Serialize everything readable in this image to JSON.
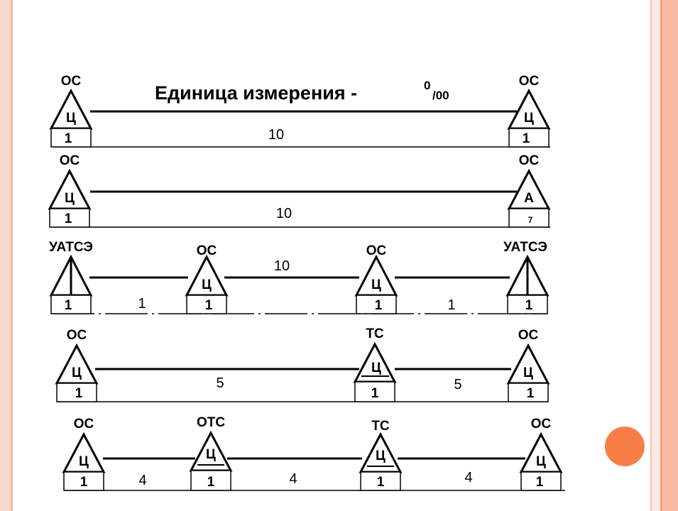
{
  "title": {
    "text": "Единица измерения -",
    "sup": "0",
    "unit": "/00"
  },
  "colors": {
    "frame_left": "#f8d8ca",
    "frame_right": "#f7b9a0",
    "accent_dot": "#f77f45",
    "ink": "#000000"
  },
  "rows": [
    {
      "stations": [
        {
          "label": "ОС",
          "glyph": "Ц",
          "box": "1"
        },
        {
          "label": "ОС",
          "glyph": "Ц",
          "box": "1"
        }
      ],
      "gradients": [
        "10"
      ]
    },
    {
      "stations": [
        {
          "label": "ОС",
          "glyph": "Ц",
          "box": "1"
        },
        {
          "label": "ОС",
          "glyph": "А",
          "box": "7"
        }
      ],
      "gradients": [
        "10"
      ]
    },
    {
      "stations": [
        {
          "label": "УАТСЭ",
          "glyph": "",
          "box": "1"
        },
        {
          "label": "ОС",
          "glyph": "Ц",
          "box": "1"
        },
        {
          "label": "ОС",
          "glyph": "Ц",
          "box": "1"
        },
        {
          "label": "УАТСЭ",
          "glyph": "",
          "box": "1"
        }
      ],
      "gradients": [
        "1",
        "10",
        "1"
      ]
    },
    {
      "stations": [
        {
          "label": "ОС",
          "glyph": "Ц",
          "box": "1"
        },
        {
          "label": "ТС",
          "glyph": "Ц",
          "box": "1"
        },
        {
          "label": "ОС",
          "glyph": "Ц",
          "box": "1"
        }
      ],
      "gradients": [
        "5",
        "5"
      ]
    },
    {
      "stations": [
        {
          "label": "ОС",
          "glyph": "Ц",
          "box": "1"
        },
        {
          "label": "ОТС",
          "glyph": "Ц",
          "box": "1"
        },
        {
          "label": "ТС",
          "glyph": "Ц",
          "box": "1"
        },
        {
          "label": "ОС",
          "glyph": "Ц",
          "box": "1"
        }
      ],
      "gradients": [
        "4",
        "4",
        "4"
      ]
    }
  ]
}
